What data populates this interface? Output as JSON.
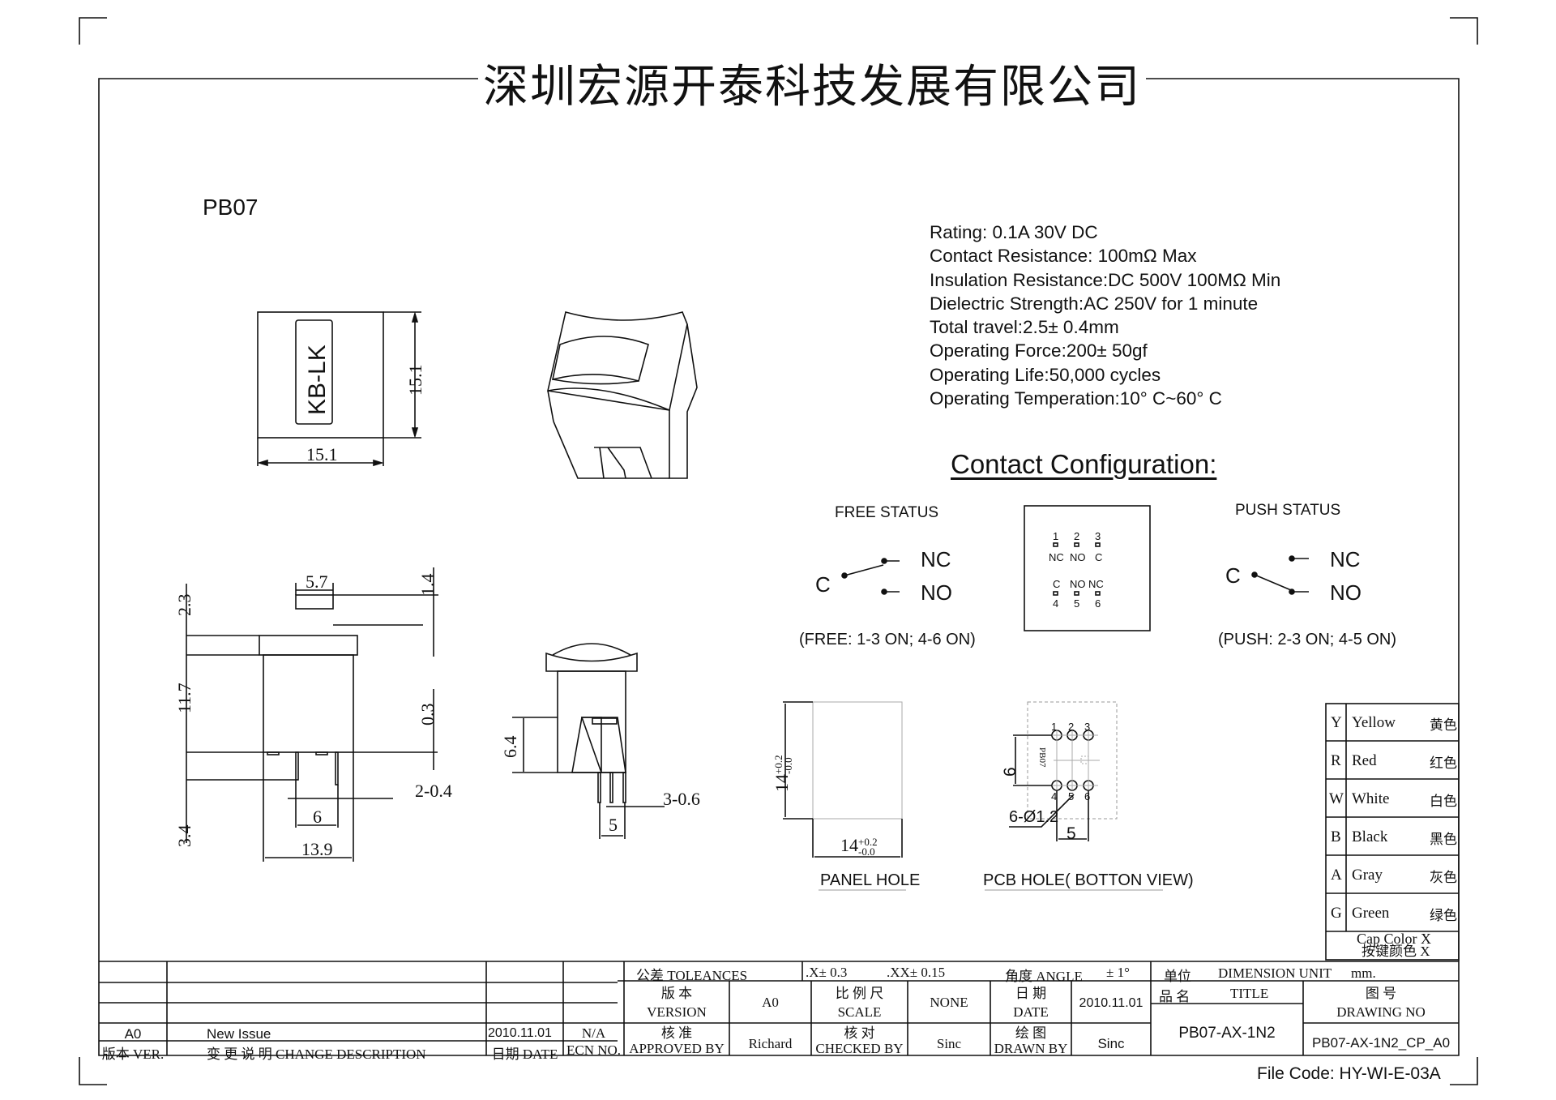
{
  "header": {
    "company_name": "深圳宏源开泰科技发展有限公司",
    "model": "PB07"
  },
  "specifications": [
    "Rating: 0.1A 30V DC",
    "Contact Resistance: 100mΩ Max",
    "Insulation Resistance:DC 500V 100MΩ  Min",
    "Dielectric Strength:AC 250V for 1 minute",
    "Total travel:2.5± 0.4mm",
    "Operating Force:200± 50gf",
    "Operating Life:50,000 cycles",
    "Operating Temperation:10° C~60° C"
  ],
  "top_view": {
    "cap_label": "KB-LK",
    "width_dim": "15.1",
    "height_dim": "15.1"
  },
  "side_view": {
    "dims": {
      "plunger_width": "5.7",
      "plunger_height": "1.4",
      "flange": "2.3",
      "body_height": "11.7",
      "gap": "0.3",
      "pin_length": "3.4",
      "pin_pitch": "6",
      "pin_width": "2-0.4",
      "body_width": "13.9"
    }
  },
  "front_view": {
    "dims": {
      "height": "6.4",
      "pin_pitch": "5",
      "pin_width": "3-0.6"
    }
  },
  "contact_configuration": {
    "heading": "Contact Configuration:",
    "free_status": {
      "title": "FREE STATUS",
      "common": "C",
      "nc": "NC",
      "no": "NO",
      "note": "(FREE: 1-3 ON; 4-6 ON)"
    },
    "push_status": {
      "title": "PUSH STATUS",
      "common": "C",
      "nc": "NC",
      "no": "NO",
      "note": "(PUSH: 2-3 ON; 4-5 ON)"
    },
    "pinout": {
      "top_numbers": [
        "1",
        "2",
        "3"
      ],
      "top_labels": [
        "NC",
        "NO",
        "C"
      ],
      "bottom_labels": [
        "C",
        "NO",
        "NC"
      ],
      "bottom_numbers": [
        "4",
        "5",
        "6"
      ]
    }
  },
  "panel_hole": {
    "title": "PANEL HOLE",
    "dim_main": "14",
    "tol_plus": "+0.2",
    "tol_minus": "-0.0"
  },
  "pcb_hole": {
    "title": "PCB HOLE( BOTTON VIEW)",
    "hole_spec": "6-Ø1.2",
    "row_spacing": "6",
    "col_spacing": "5",
    "silk_label": "PB07",
    "top_numbers": [
      "1",
      "2",
      "3"
    ],
    "bottom_numbers": [
      "4",
      "5",
      "6"
    ]
  },
  "color_table": {
    "rows": [
      {
        "code": "Y",
        "name": "Yellow",
        "cn": "黄色"
      },
      {
        "code": "R",
        "name": "Red",
        "cn": "红色"
      },
      {
        "code": "W",
        "name": "White",
        "cn": "白色"
      },
      {
        "code": "B",
        "name": "Black",
        "cn": "黑色"
      },
      {
        "code": "A",
        "name": "Gray",
        "cn": "灰色"
      },
      {
        "code": "G",
        "name": "Green",
        "cn": "绿色"
      }
    ],
    "footer_en": "Cap Color  X",
    "footer_cn": "按键颜色  X"
  },
  "title_block": {
    "revisions": [
      {
        "ver": "A0",
        "desc": "New Issue",
        "date": "2010.11.01",
        "ecn": "N/A"
      }
    ],
    "rev_headers": {
      "ver": "版本 VER.",
      "desc": "变 更 说 明  CHANGE DESCRIPTION",
      "date": "日期 DATE",
      "ecn": "ECN NO."
    },
    "tolerances_label": "公差 TOLEANCES",
    "tol_x": ".X± 0.3",
    "tol_xx": ".XX± 0.15",
    "angle_label": "角度 ANGLE",
    "angle_value": "± 1°",
    "unit_cn": "单位",
    "unit_label": "DIMENSION UNIT",
    "unit_value": "mm.",
    "version_cn": "版 本",
    "version_en": "VERSION",
    "version_value": "A0",
    "scale_cn": "比 例 尺",
    "scale_en": "SCALE",
    "scale_value": "NONE",
    "date_cn": "日 期",
    "date_en": "DATE",
    "date_value": "2010.11.01",
    "title_cn": "品 名",
    "title_en": "TITLE",
    "title_value": "PB07-AX-1N2",
    "drawing_no_cn": "图 号",
    "drawing_no_en": "DRAWING NO",
    "drawing_no_value": "PB07-AX-1N2_CP_A0",
    "approved_cn": "核 准",
    "approved_en": "APPROVED BY",
    "approved_value": "Richard",
    "checked_cn": "核 对",
    "checked_en": "CHECKED BY",
    "checked_value": "Sinc",
    "drawn_cn": "绘 图",
    "drawn_en": "DRAWN BY",
    "drawn_value": "Sinc"
  },
  "footer": {
    "file_code": "File Code: HY-WI-E-03A"
  }
}
